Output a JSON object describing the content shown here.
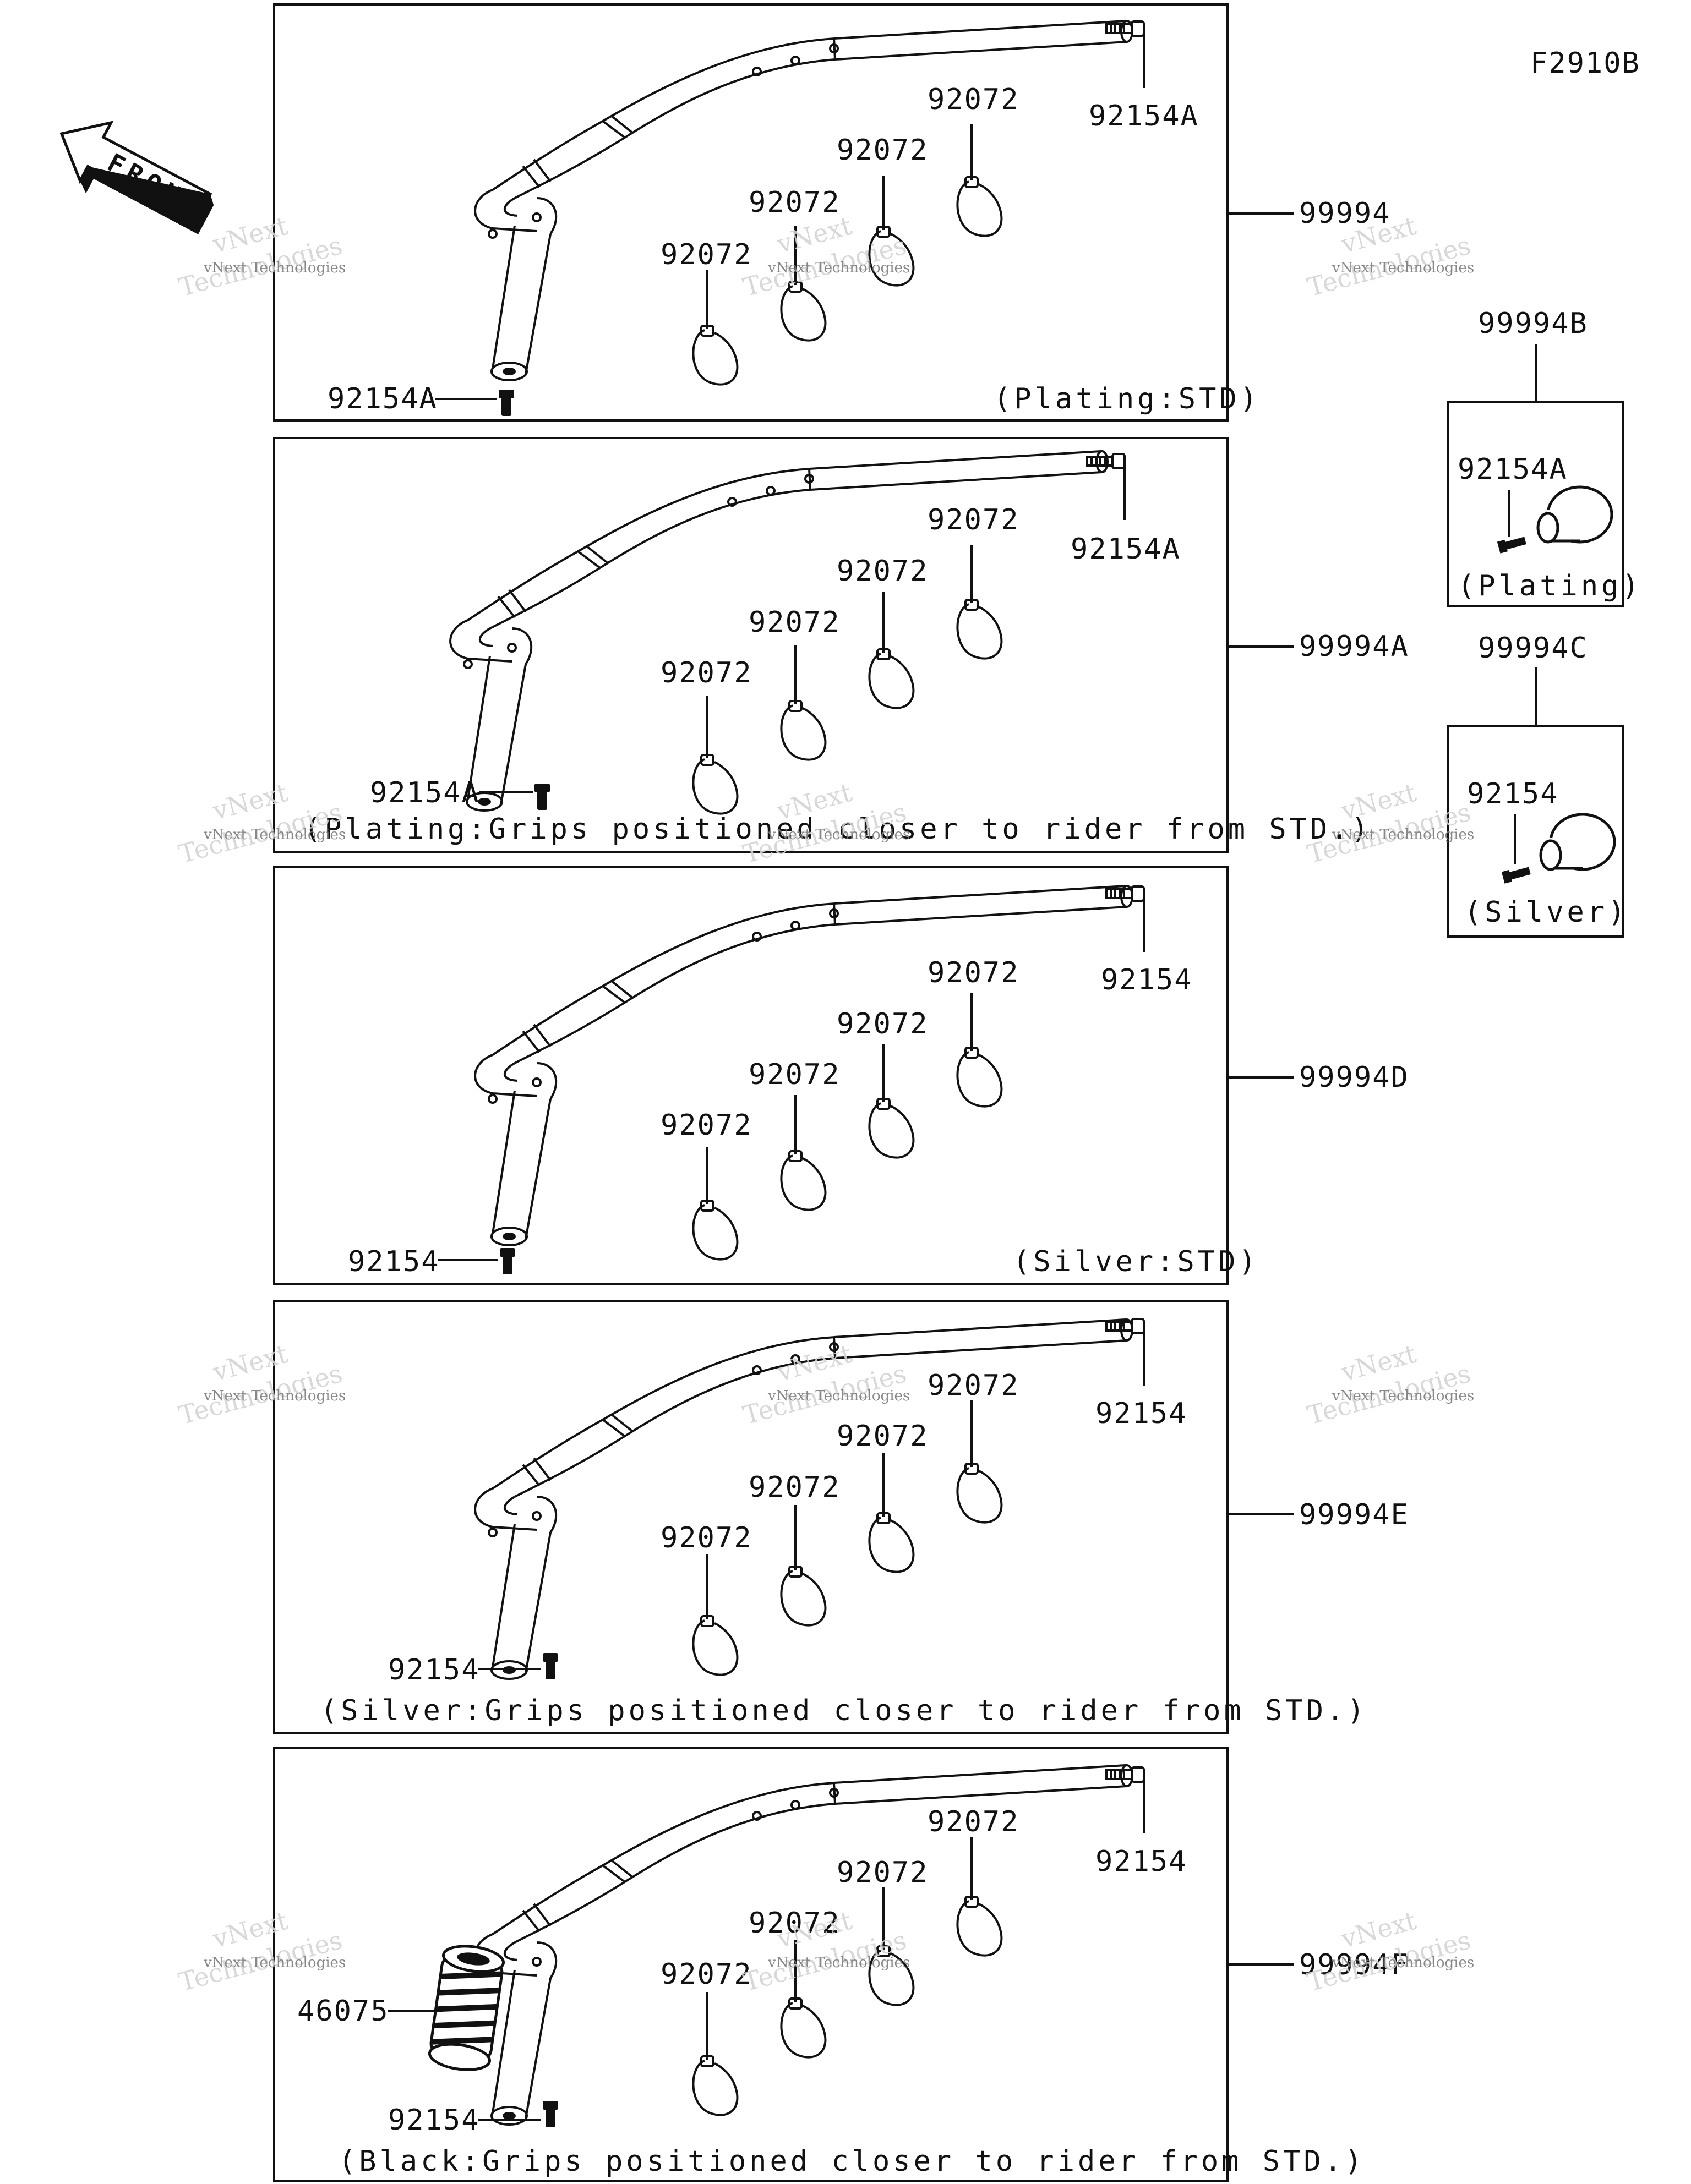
{
  "figure_code": "F2910B",
  "front_label": "FRONT",
  "watermark": {
    "line1": "vNext Technologies",
    "line2": "vNext",
    "line3": "Technologies"
  },
  "panels": [
    {
      "assembly": "99994",
      "bolt_label_right": "92154A",
      "bolt_label_left": "92154A",
      "clamp_labels": [
        "92072",
        "92072",
        "92072",
        "92072"
      ],
      "note": "(Plating:STD)"
    },
    {
      "assembly": "99994A",
      "bolt_label_right": "92154A",
      "bolt_label_left": "92154A",
      "clamp_labels": [
        "92072",
        "92072",
        "92072",
        "92072"
      ],
      "note": "(Plating:Grips positioned closer to rider from STD.)"
    },
    {
      "assembly": "99994D",
      "bolt_label_right": "92154",
      "bolt_label_left": "92154",
      "clamp_labels": [
        "92072",
        "92072",
        "92072",
        "92072"
      ],
      "note": "(Silver:STD)"
    },
    {
      "assembly": "99994E",
      "bolt_label_right": "92154",
      "bolt_label_left": "92154",
      "clamp_labels": [
        "92072",
        "92072",
        "92072",
        "92072"
      ],
      "note": "(Silver:Grips positioned closer to rider from STD.)"
    },
    {
      "assembly": "99994F",
      "bolt_label_right": "92154",
      "bolt_label_left": "92154",
      "clamp_labels": [
        "92072",
        "92072",
        "92072",
        "92072"
      ],
      "grip_label": "46075",
      "note": "(Black:Grips positioned closer to rider from STD.)"
    }
  ],
  "side_boxes": [
    {
      "assembly": "99994B",
      "part": "92154A",
      "note": "(Plating)"
    },
    {
      "assembly": "99994C",
      "part": "92154",
      "note": "(Silver)"
    }
  ]
}
